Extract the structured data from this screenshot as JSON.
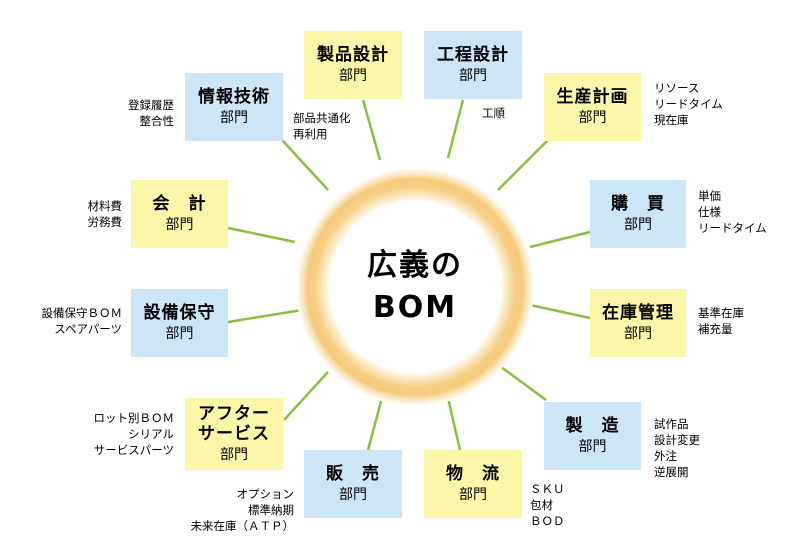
{
  "center": {
    "line1": "広義の",
    "line2": "BOM"
  },
  "departments": {
    "seihin_sekkei": {
      "title": "製品設計",
      "sub": "部門",
      "note": "部品共通化\n再利用"
    },
    "koutei_sekkei": {
      "title": "工程設計",
      "sub": "部門",
      "note": "工順"
    },
    "seisan_keikaku": {
      "title": "生産計画",
      "sub": "部門",
      "note": "リソース\nリードタイム\n現在庫"
    },
    "koubai": {
      "title": "購　買",
      "sub": "部門",
      "note": "単価\n仕様\nリードタイム"
    },
    "zaiko_kanri": {
      "title": "在庫管理",
      "sub": "部門",
      "note": "基準在庫\n補充量"
    },
    "seizou": {
      "title": "製　造",
      "sub": "部門",
      "note": "試作品\n設計変更\n外注\n逆展開"
    },
    "butsuryu": {
      "title": "物　流",
      "sub": "部門",
      "note": "ＳＫＵ\n包材\nＢＯＤ"
    },
    "hanbai": {
      "title": "販　売",
      "sub": "部門",
      "note": "オプション\n標準納期\n未来在庫（ＡＴＰ）"
    },
    "after_service": {
      "title": "アフター\nサービス",
      "sub": "部門",
      "note": "ロット別ＢＯＭ\nシリアル\nサービスパーツ"
    },
    "setsubi_hoshu": {
      "title": "設備保守",
      "sub": "部門",
      "note": "設備保守ＢＯＭ\nスペアパーツ"
    },
    "kaikei": {
      "title": "会　計",
      "sub": "部門",
      "note": "材料費\n労務費"
    },
    "jouhou_gijutsu": {
      "title": "情報技術",
      "sub": "部門",
      "note": "登録履歴\n整合性"
    }
  },
  "colors": {
    "spoke": "#8dbf3f",
    "yellow_box": "#fbf6a8",
    "blue_box": "#cde6f7",
    "ring": "#f6ca7b"
  }
}
